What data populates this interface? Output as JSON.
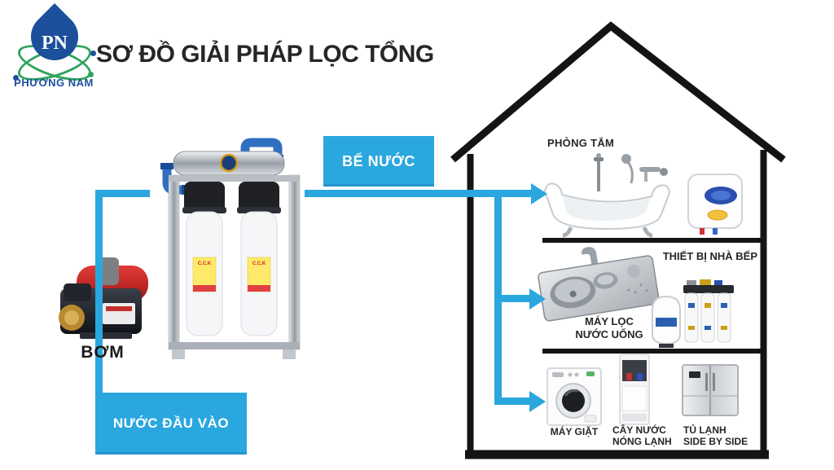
{
  "brand": {
    "initials": "PN",
    "company": "PHƯƠNG NAM"
  },
  "title": "SƠ ĐỒ GIẢI PHÁP LỌC TỔNG",
  "flow": {
    "pump_label": "BƠM",
    "tank_label": "BỂ NƯỚC",
    "input_label": "NƯỚC ĐẦU VÀO",
    "filter_brand": "C.C.K"
  },
  "house": {
    "floor_bathroom": {
      "label": "PHÒNG TẮM"
    },
    "floor_kitchen": {
      "label": "THIẾT BỊ NHÀ BẾP",
      "drinking_filter_line1": "MÁY LỌC",
      "drinking_filter_line2": "NƯỚC UỐNG"
    },
    "floor_ground": {
      "washing_machine": "MÁY GIẶT",
      "dispenser_line1": "CÂY NƯỚC",
      "dispenser_line2": "NÓNG LẠNH",
      "fridge_line1": "TỦ LẠNH",
      "fridge_line2": "SIDE BY SIDE"
    }
  },
  "colors": {
    "accent_blue": "#2aa7df",
    "pipe_blue": "#2f6fc0",
    "house_outline": "#141414",
    "logo_blue": "#1c4f9c",
    "logo_green": "#2fa45c",
    "text_dark": "#262626"
  }
}
